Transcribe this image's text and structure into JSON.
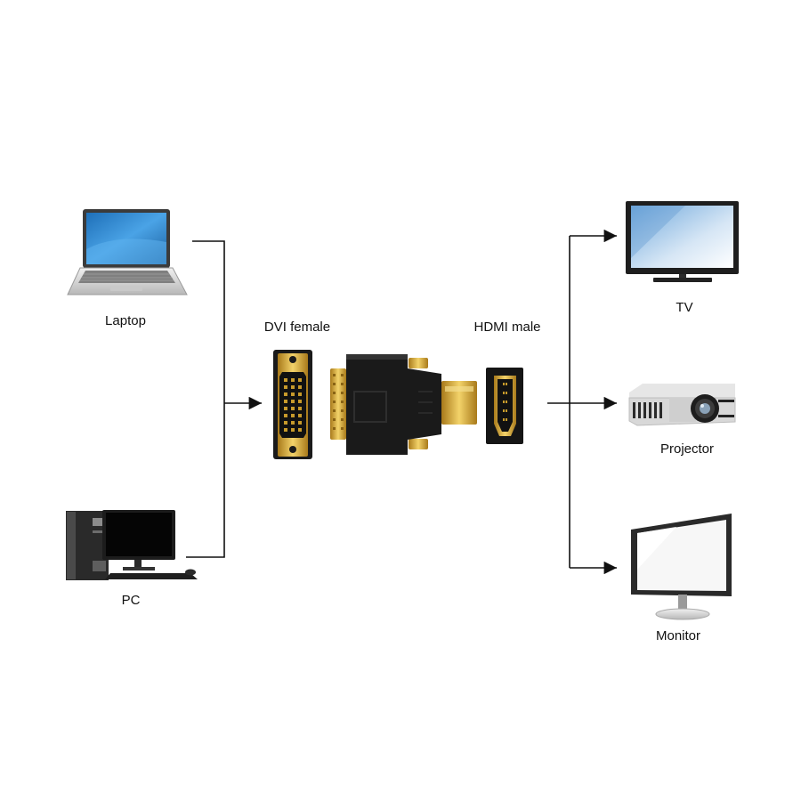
{
  "sources": [
    {
      "label": "Laptop",
      "icon": "laptop-icon"
    },
    {
      "label": "PC",
      "icon": "desktop-pc-icon"
    }
  ],
  "adapter": {
    "input_label": "DVI female",
    "output_label": "HDMI male",
    "input_icon": "dvi-female-port-icon",
    "body_icon": "dvi-to-hdmi-adapter-icon",
    "output_icon": "hdmi-male-port-icon"
  },
  "targets": [
    {
      "label": "TV",
      "icon": "tv-icon"
    },
    {
      "label": "Projector",
      "icon": "projector-icon"
    },
    {
      "label": "Monitor",
      "icon": "monitor-icon"
    }
  ],
  "colors": {
    "line": "#111111",
    "connector_black": "#1a1a1a",
    "gold": "#d4a72c",
    "screen_blue": "#3a93d6",
    "screen_light": "#e9f1fa"
  }
}
